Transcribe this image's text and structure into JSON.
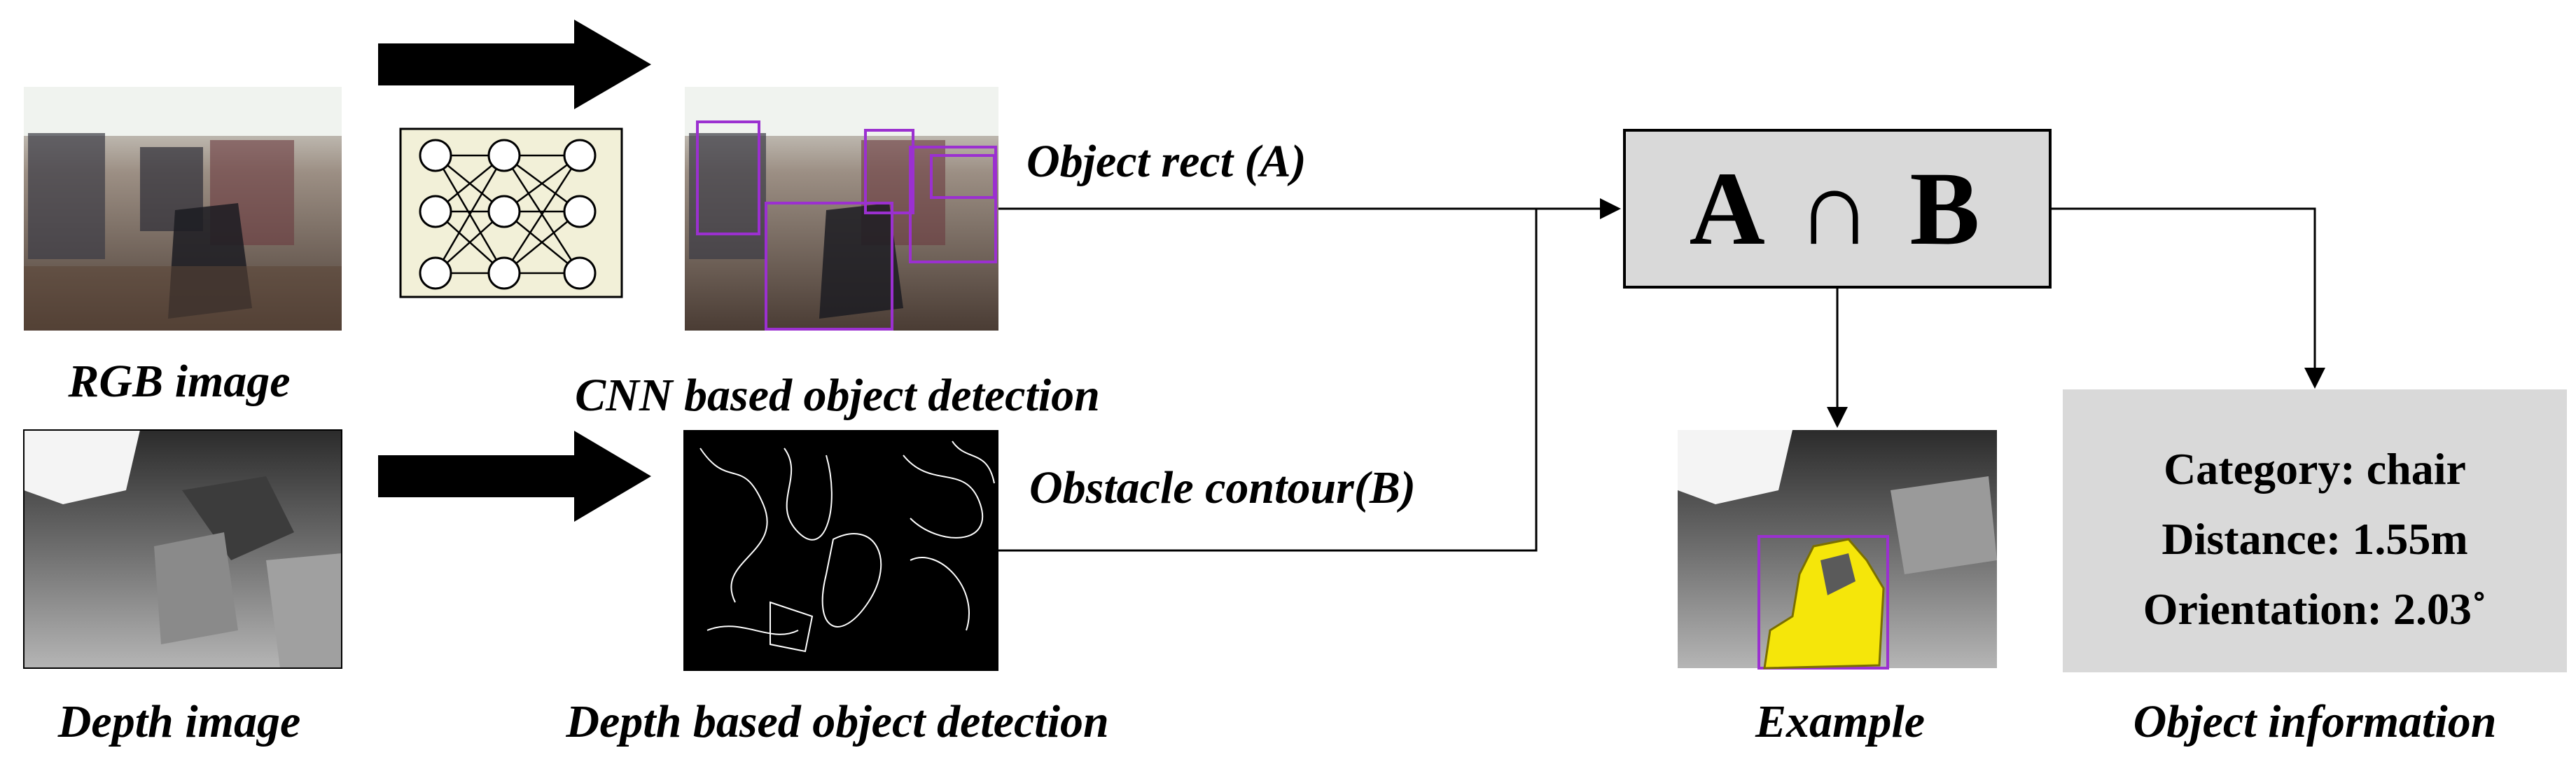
{
  "inputs": {
    "rgb_label": "RGB image",
    "depth_label": "Depth image"
  },
  "pipeline": {
    "cnn_label": "CNN based object detection",
    "depth_det_label": "Depth based object detection",
    "rect_label": "Object rect (A)",
    "contour_label": "Obstacle contour(B)"
  },
  "operation": {
    "text": "A ∩ B"
  },
  "example": {
    "label": "Example"
  },
  "object_info": {
    "label": "Object information",
    "lines": [
      "Category: chair",
      "Distance: 1.55m",
      "Orientation: 2.03˚"
    ]
  },
  "colors": {
    "detection_box": "#9b30d0",
    "highlight": "#f5e60a",
    "box_fill": "#d9d9d9",
    "nn_panel": "#f2f0d8"
  },
  "icons": [
    "arrow-right-icon",
    "neural-network-icon"
  ]
}
